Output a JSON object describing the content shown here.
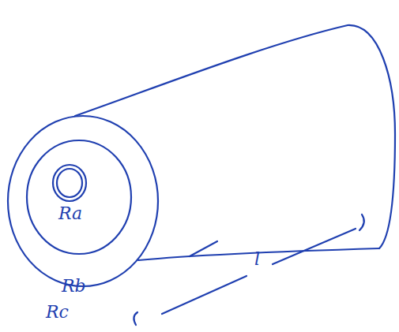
{
  "diagram": {
    "labels": [
      "Ra",
      "Rb",
      "Rc",
      "l"
    ]
  }
}
